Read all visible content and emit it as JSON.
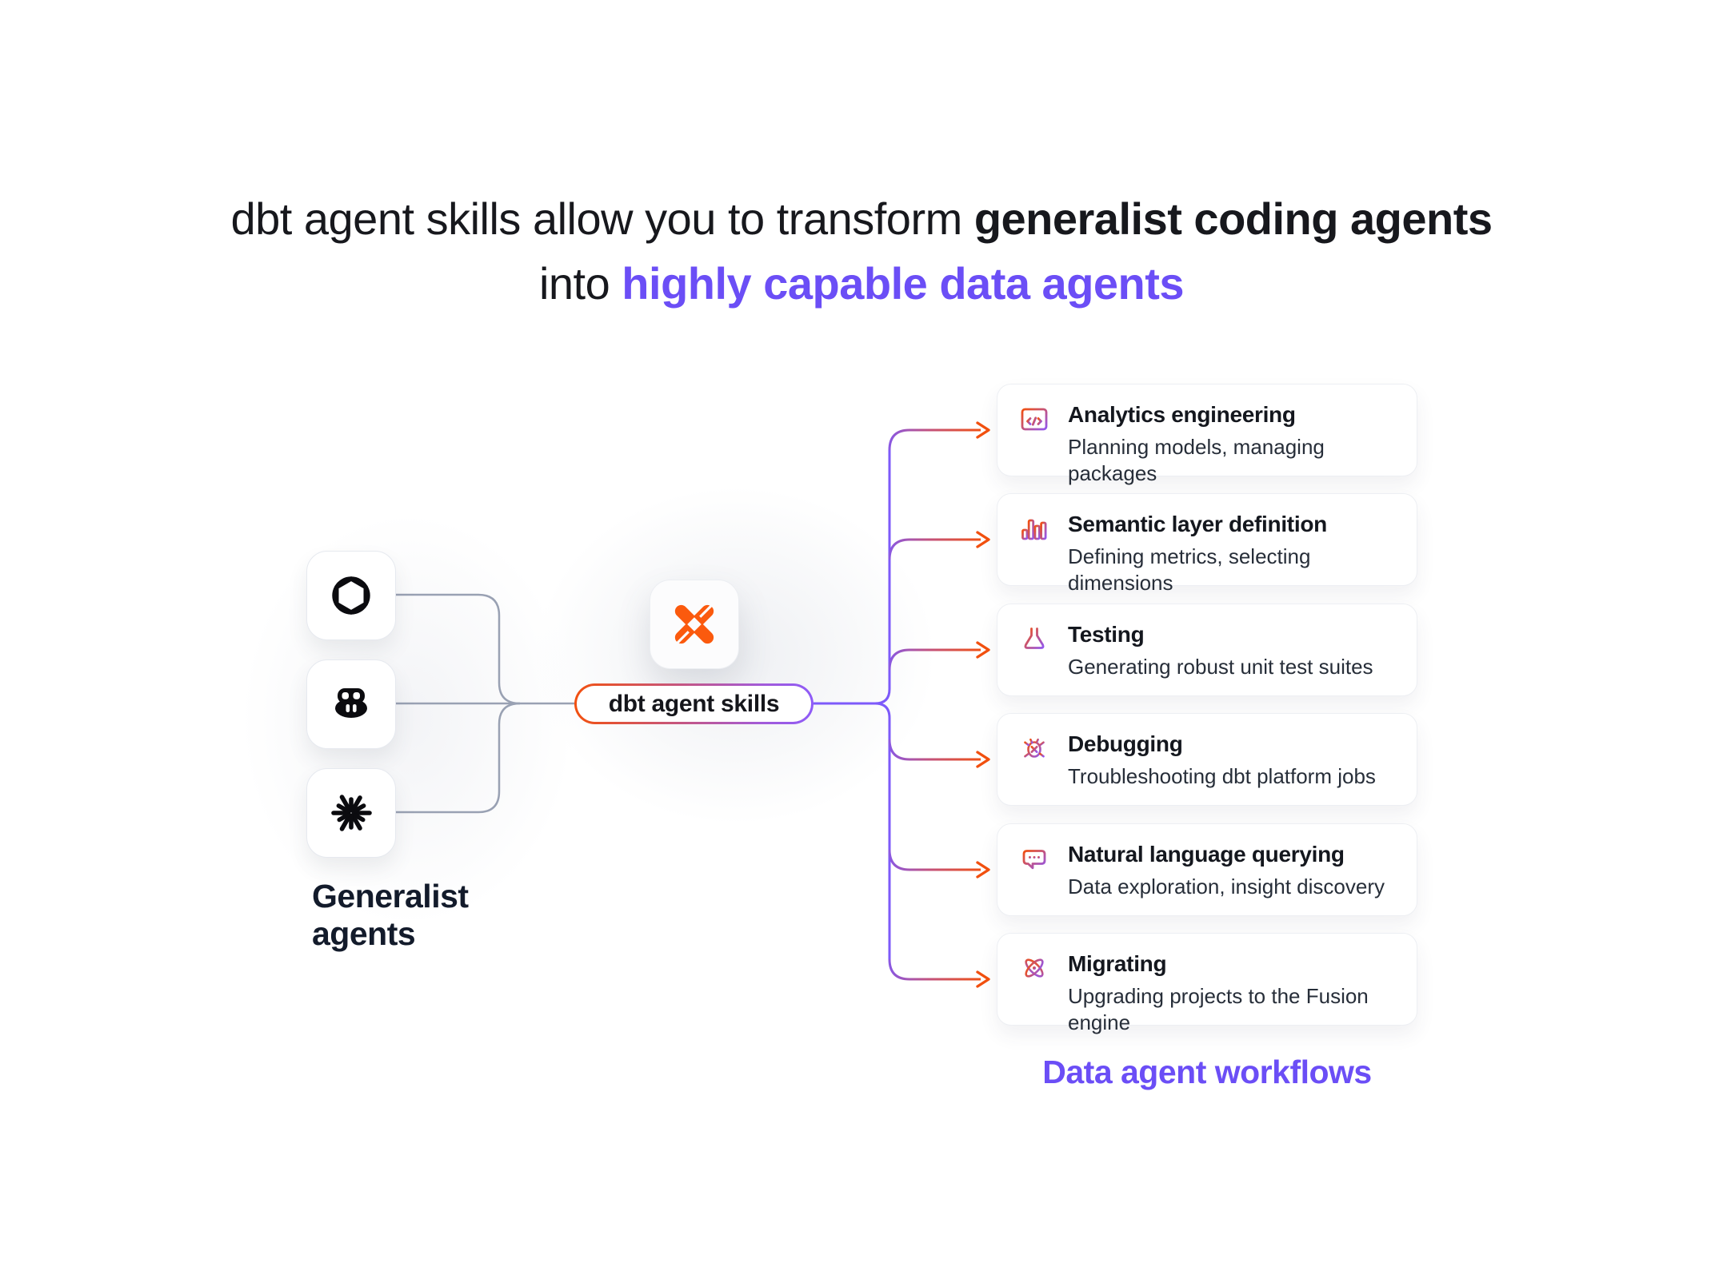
{
  "title": {
    "line1_regular": "dbt agent skills allow you to transform ",
    "line1_bold": "generalist coding agents",
    "line2_regular": "into ",
    "line2_bold": "highly capable data agents"
  },
  "generalist": {
    "label": "Generalist agents",
    "agents": [
      {
        "icon": "openai-logo-icon",
        "name": "OpenAI"
      },
      {
        "icon": "github-copilot-logo-icon",
        "name": "GitHub Copilot"
      },
      {
        "icon": "claude-starburst-logo-icon",
        "name": "Claude"
      }
    ]
  },
  "hub": {
    "logo": "dbt-logo-icon",
    "pill_label": "dbt agent skills"
  },
  "workflows": {
    "label": "Data agent workflows",
    "items": [
      {
        "icon": "code-window-icon",
        "title": "Analytics engineering",
        "subtitle": "Planning models, managing packages"
      },
      {
        "icon": "bar-chart-icon",
        "title": "Semantic layer definition",
        "subtitle": "Defining metrics, selecting dimensions"
      },
      {
        "icon": "flask-icon",
        "title": "Testing",
        "subtitle": "Generating robust unit test suites"
      },
      {
        "icon": "bug-icon",
        "title": "Debugging",
        "subtitle": "Troubleshooting dbt platform jobs"
      },
      {
        "icon": "chat-bubble-icon",
        "title": "Natural language querying",
        "subtitle": "Data exploration, insight discovery"
      },
      {
        "icon": "atom-icon",
        "title": "Migrating",
        "subtitle": "Upgrading projects to the Fusion engine"
      }
    ]
  },
  "colors": {
    "accent_purple": "#6b4ef6",
    "accent_orange": "#f2500f",
    "dbt_orange": "#fb5a0e",
    "line_gray": "#99a1b3",
    "line_purple": "#7d5afa",
    "icon_gradient_start": "#f2500f",
    "icon_gradient_end": "#9257f0",
    "text_dark": "#17181d"
  }
}
